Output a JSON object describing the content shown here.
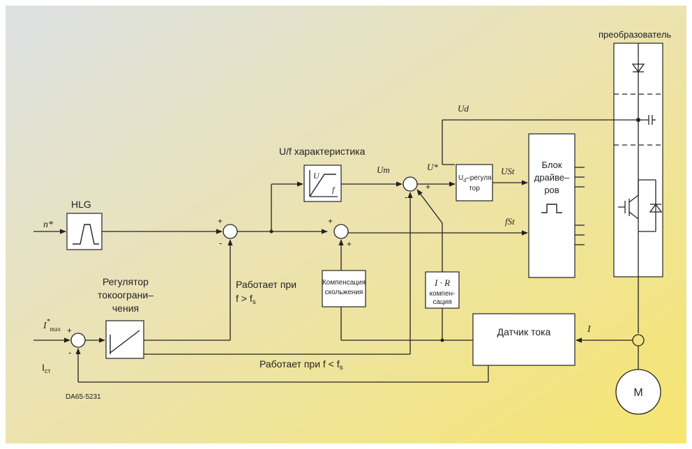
{
  "title": "преобразователь",
  "blocks": {
    "hlg": "HLG",
    "uf": "U/f характеристика",
    "reg_line1": "Регулятор",
    "reg_line2": "токоогрaни–",
    "reg_line3": "чения",
    "comp_line1": "Компенсация",
    "comp_line2": "скольжения",
    "ir_label": "I · R",
    "ir_line1": "компен-",
    "ir_line2": "сация",
    "ud_line1": "регуля",
    "ud_line2": "тор",
    "driver_line1": "Блок",
    "driver_line2": "драйве–",
    "driver_line3": "ров",
    "sensor": "Датчик тока",
    "motor": "M"
  },
  "signals": {
    "n_star": "n*",
    "i_max": "I*max",
    "i_ct": "Iст",
    "u_d": "Ud",
    "u_m": "Um",
    "u_star": "U*",
    "u_st": "USt",
    "f_st": "fSt",
    "i": "I"
  },
  "notes": {
    "works_gt_1": "Работает при",
    "works_gt_2": "f > fs",
    "works_lt": "Работает при f < fs"
  },
  "code": "DA65-5231",
  "colors": {
    "bg_start": "#dde1e4",
    "bg_end": "#f5e57a",
    "line": "#222222",
    "block": "#ffffff"
  }
}
